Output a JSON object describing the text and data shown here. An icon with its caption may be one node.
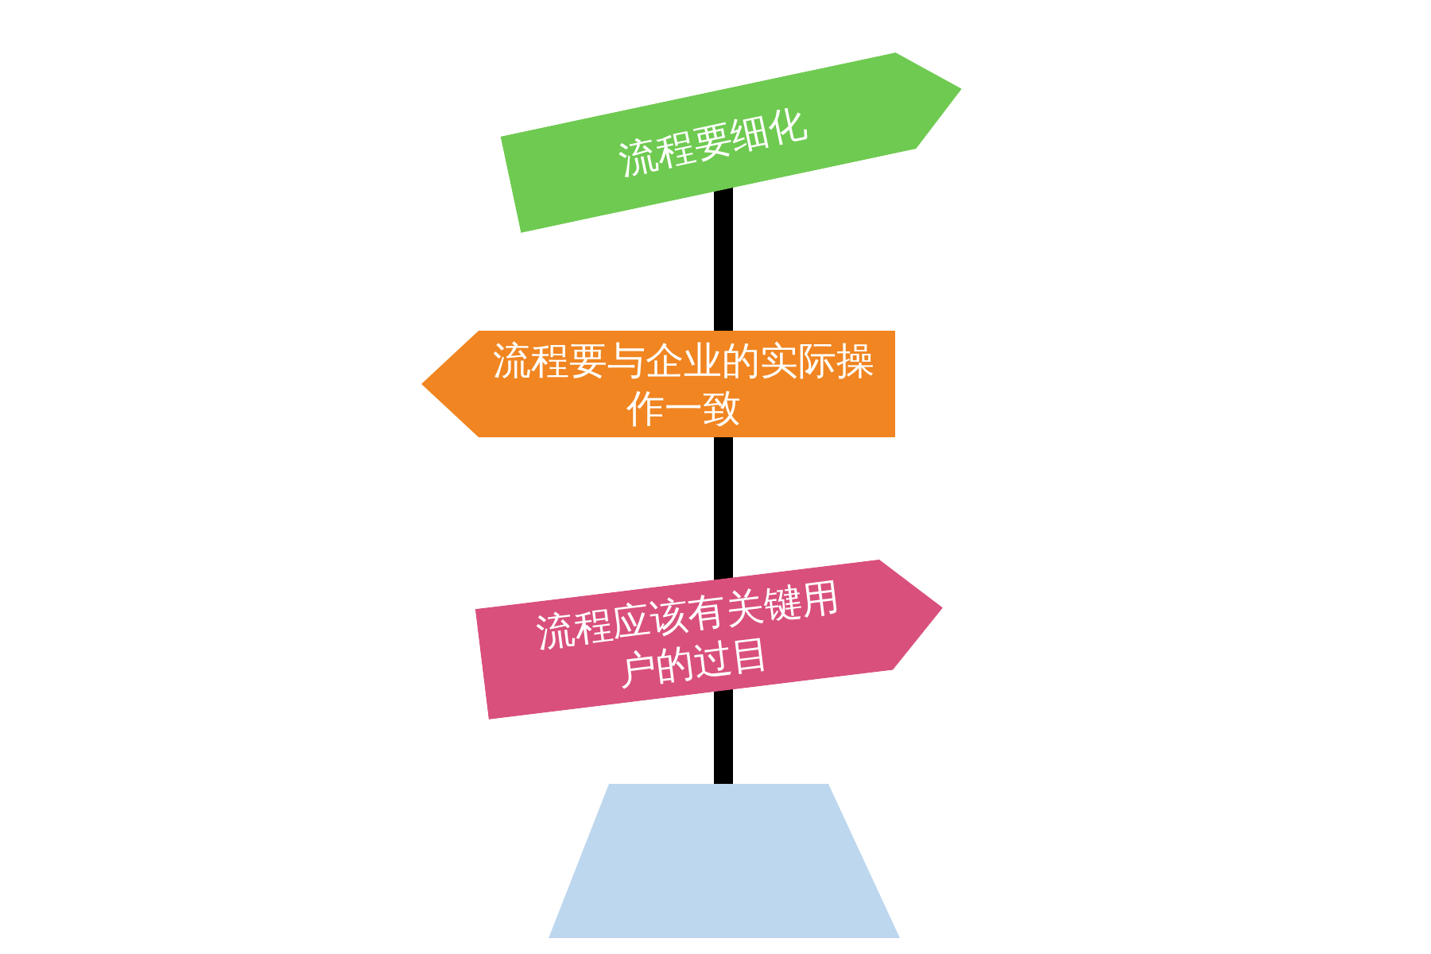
{
  "diagram": {
    "nodes": [
      {
        "text": [
          "流程要细化"
        ]
      },
      {
        "text": [
          "流程要与企业的实际操作一致"
        ]
      },
      {
        "text": [
          "流程应该有关键用户的过目"
        ]
      }
    ]
  }
}
